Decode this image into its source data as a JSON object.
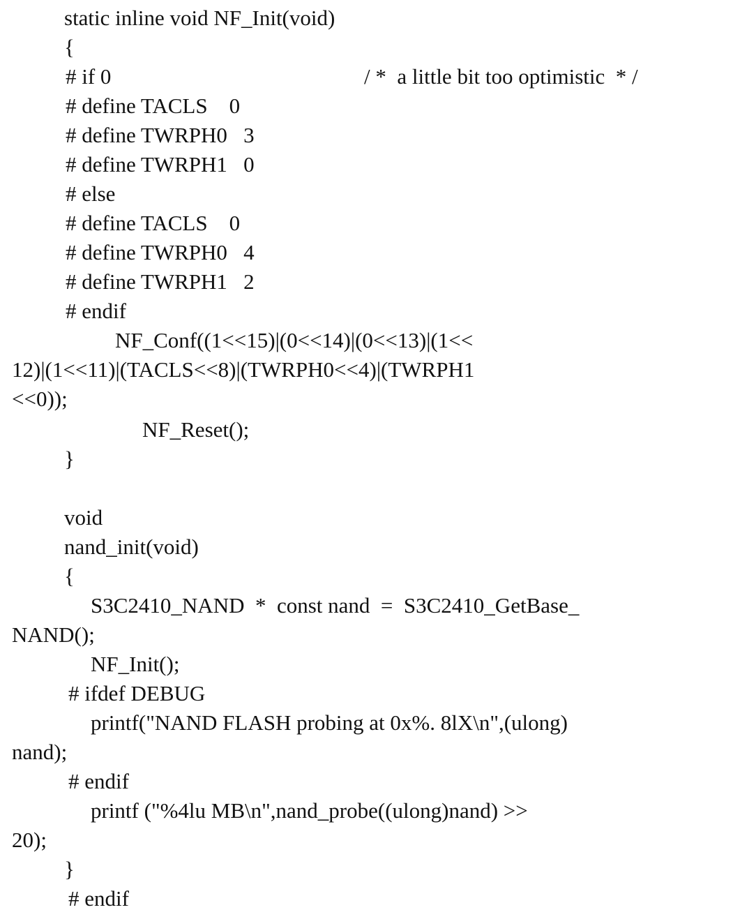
{
  "code_lines": [
    "static inline void NF_Init(void)",
    "{",
    "# if 0",
    "/ *  a little bit too optimistic  * /",
    "# define TACLS    0",
    "# define TWRPH0   3",
    "# define TWRPH1   0",
    "# else",
    "# define TACLS    0",
    "# define TWRPH0   4",
    "# define TWRPH1   2",
    "# endif",
    "NF_Conf((1<<15)|(0<<14)|(0<<13)|(1<<",
    "12)|(1<<11)|(TACLS<<8)|(TWRPH0<<4)|(TWRPH1",
    "<<0));",
    "NF_Reset();",
    "}",
    "void",
    "nand_init(void)",
    "{",
    "S3C2410_NAND  *  const nand  =  S3C2410_GetBase_",
    "NAND();",
    "NF_Init();",
    "# ifdef DEBUG",
    "printf(\"NAND FLASH probing at 0x%. 8lX\\n\",(ulong)",
    "nand);",
    "# endif",
    "printf (\"%4lu MB\\n\",nand_probe((ulong)nand) >>",
    "20);",
    "}",
    "# endif"
  ]
}
